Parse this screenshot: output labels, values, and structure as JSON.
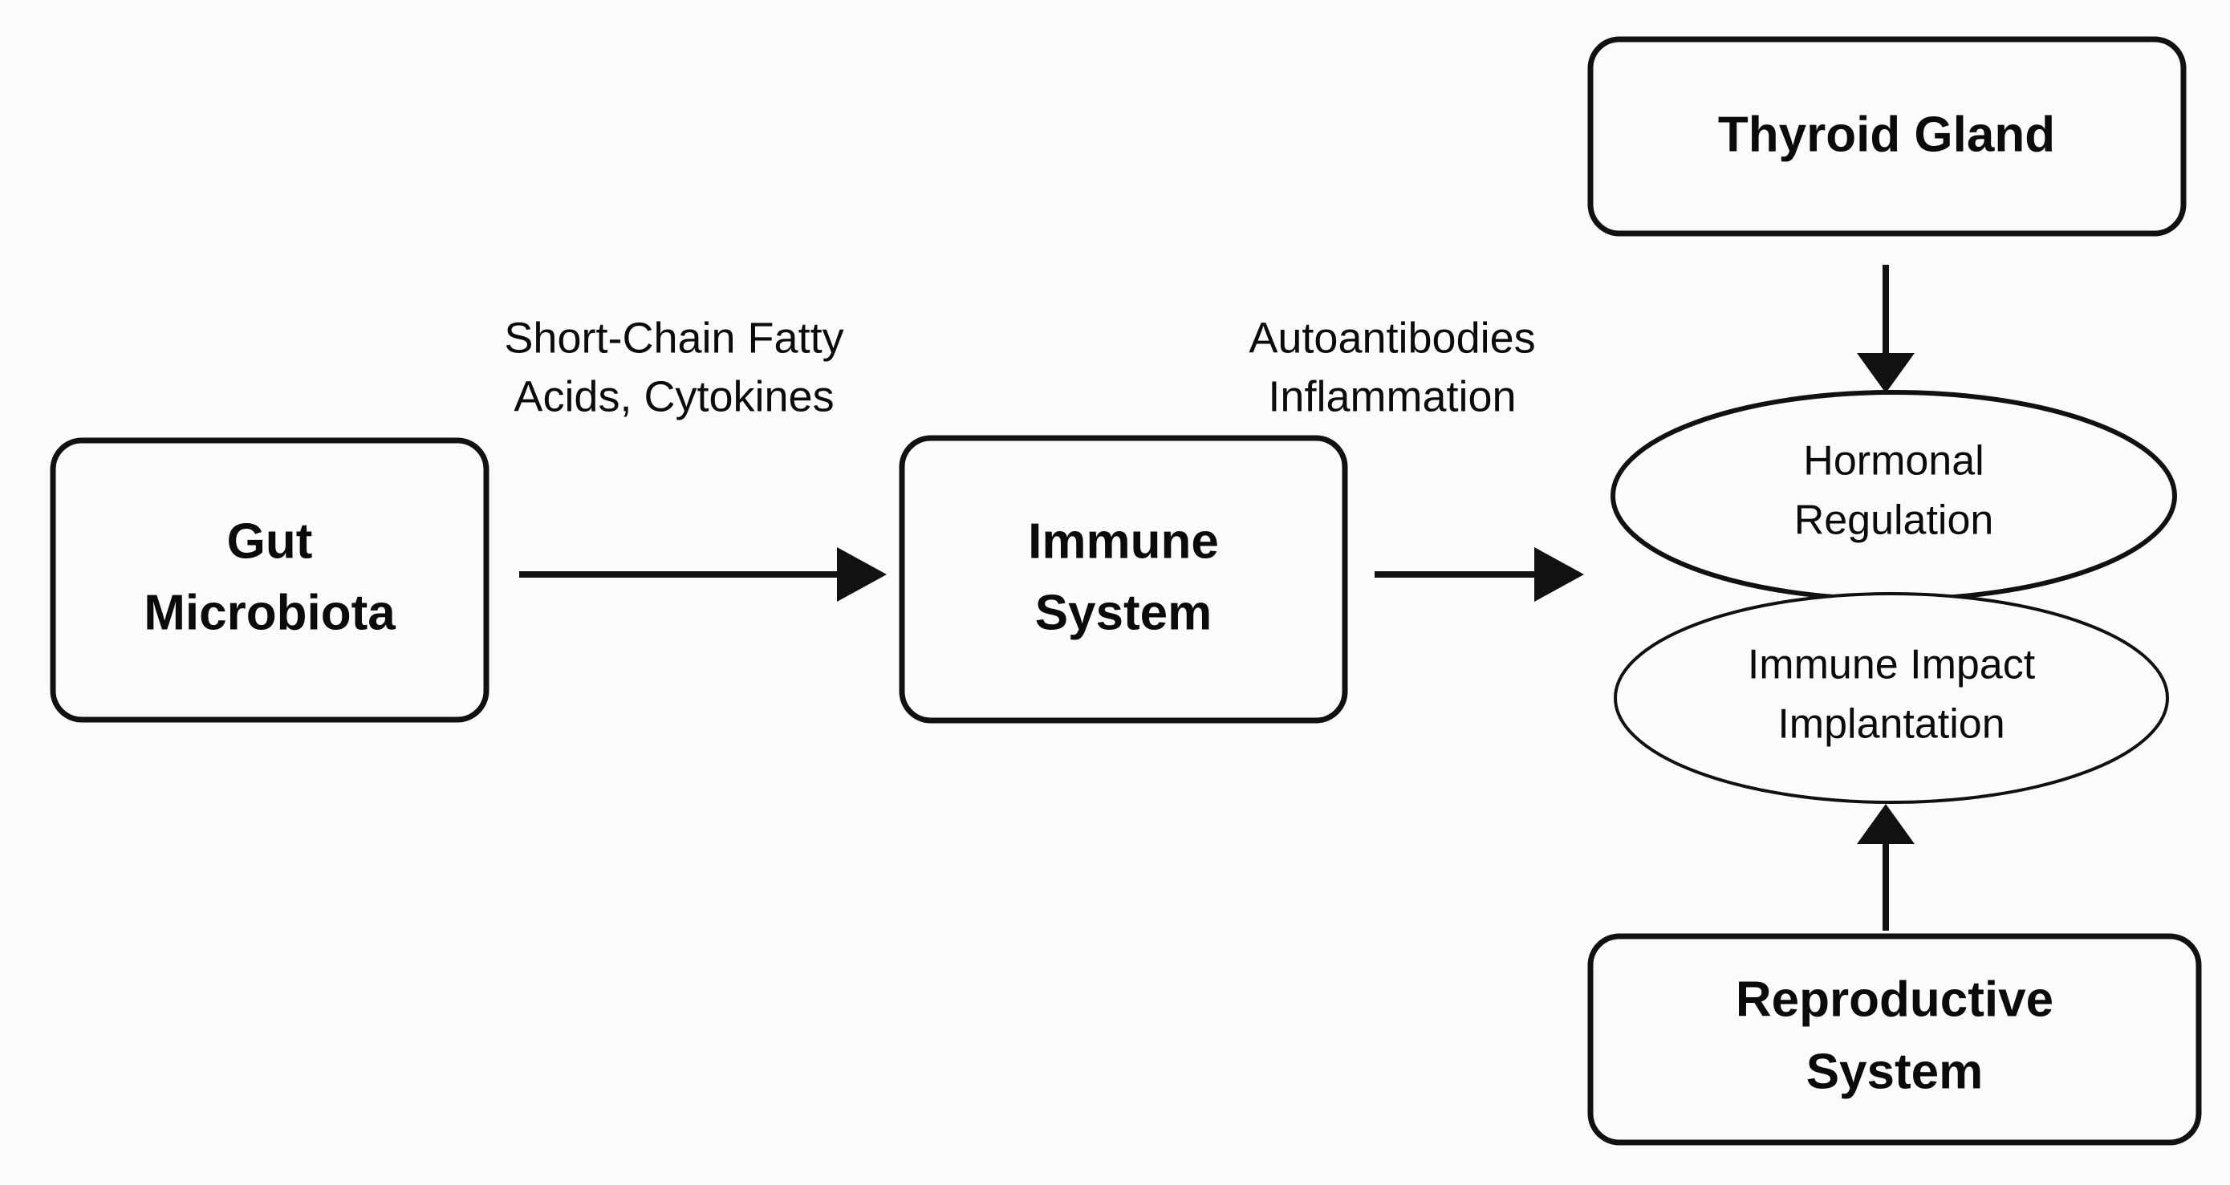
{
  "diagram": {
    "type": "flowchart",
    "background_color": "#fbfbfb",
    "stroke_color": "#111111",
    "text_color": "#0b0b0b",
    "nodes": [
      {
        "id": "gut-microbiota",
        "shape": "rounded-rectangle",
        "label_line1": "Gut",
        "label_line2": "Microbiota",
        "weight": "bold"
      },
      {
        "id": "immune-system",
        "shape": "rounded-rectangle",
        "label_line1": "Immune",
        "label_line2": "System",
        "weight": "bold"
      },
      {
        "id": "thyroid-gland",
        "shape": "rounded-rectangle",
        "label_line1": "Thyroid Gland",
        "label_line2": "",
        "weight": "bold"
      },
      {
        "id": "reproductive-system",
        "shape": "rounded-rectangle",
        "label_line1": "Reproductive",
        "label_line2": "System",
        "weight": "bold"
      },
      {
        "id": "hormonal-regulation",
        "shape": "ellipse",
        "label_line1": "Hormonal",
        "label_line2": "Regulation",
        "weight": "regular"
      },
      {
        "id": "immune-impact-implantation",
        "shape": "ellipse",
        "label_line1": "Immune Impact",
        "label_line2": "Implantation",
        "weight": "regular"
      }
    ],
    "edges": [
      {
        "id": "gut-to-immune",
        "from": "gut-microbiota",
        "to": "immune-system",
        "direction": "right",
        "label_line1": "Short-Chain Fatty",
        "label_line2": "Acids, Cytokines"
      },
      {
        "id": "immune-to-hormonal",
        "from": "immune-system",
        "to": "hormonal-regulation",
        "direction": "right",
        "label_line1": "Autoantibodies",
        "label_line2": "Inflammation"
      },
      {
        "id": "thyroid-to-hormonal",
        "from": "thyroid-gland",
        "to": "hormonal-regulation",
        "direction": "down",
        "label_line1": "",
        "label_line2": ""
      },
      {
        "id": "reproductive-to-immune-impact",
        "from": "reproductive-system",
        "to": "immune-impact-implantation",
        "direction": "up",
        "label_line1": "",
        "label_line2": ""
      }
    ]
  }
}
